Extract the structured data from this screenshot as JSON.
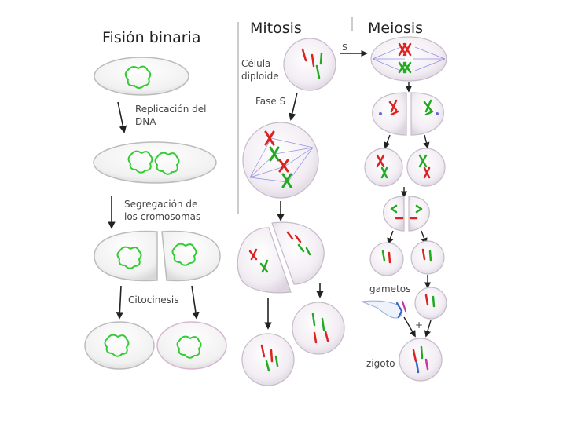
{
  "titles": {
    "binary_fission": "Fisión binaria",
    "mitosis": "Mitosis",
    "meiosis": "Meiosis"
  },
  "labels": {
    "dna_replication_1": "Replicación del",
    "dna_replication_2": "DNA",
    "segregation_1": "Segregación de",
    "segregation_2": "los cromosomas",
    "cytokinesis": "Citocinesis",
    "diploid_cell_1": "Célula",
    "diploid_cell_2": "diploide",
    "s_phase": "Fase S",
    "s_arrow": "S",
    "gametes": "gametos",
    "plus": "+",
    "zygote": "zigoto"
  },
  "colors": {
    "cell_fill": "#f3eef3",
    "cell_stroke": "#b9b3bd",
    "bacterial_dna": "#33cc33",
    "chromosome_red": "#dd2222",
    "chromosome_green": "#22aa22",
    "chromosome_blue": "#3366cc",
    "chromosome_pink": "#cc33aa",
    "spindle": "#6666dd",
    "arrow": "#222222"
  }
}
